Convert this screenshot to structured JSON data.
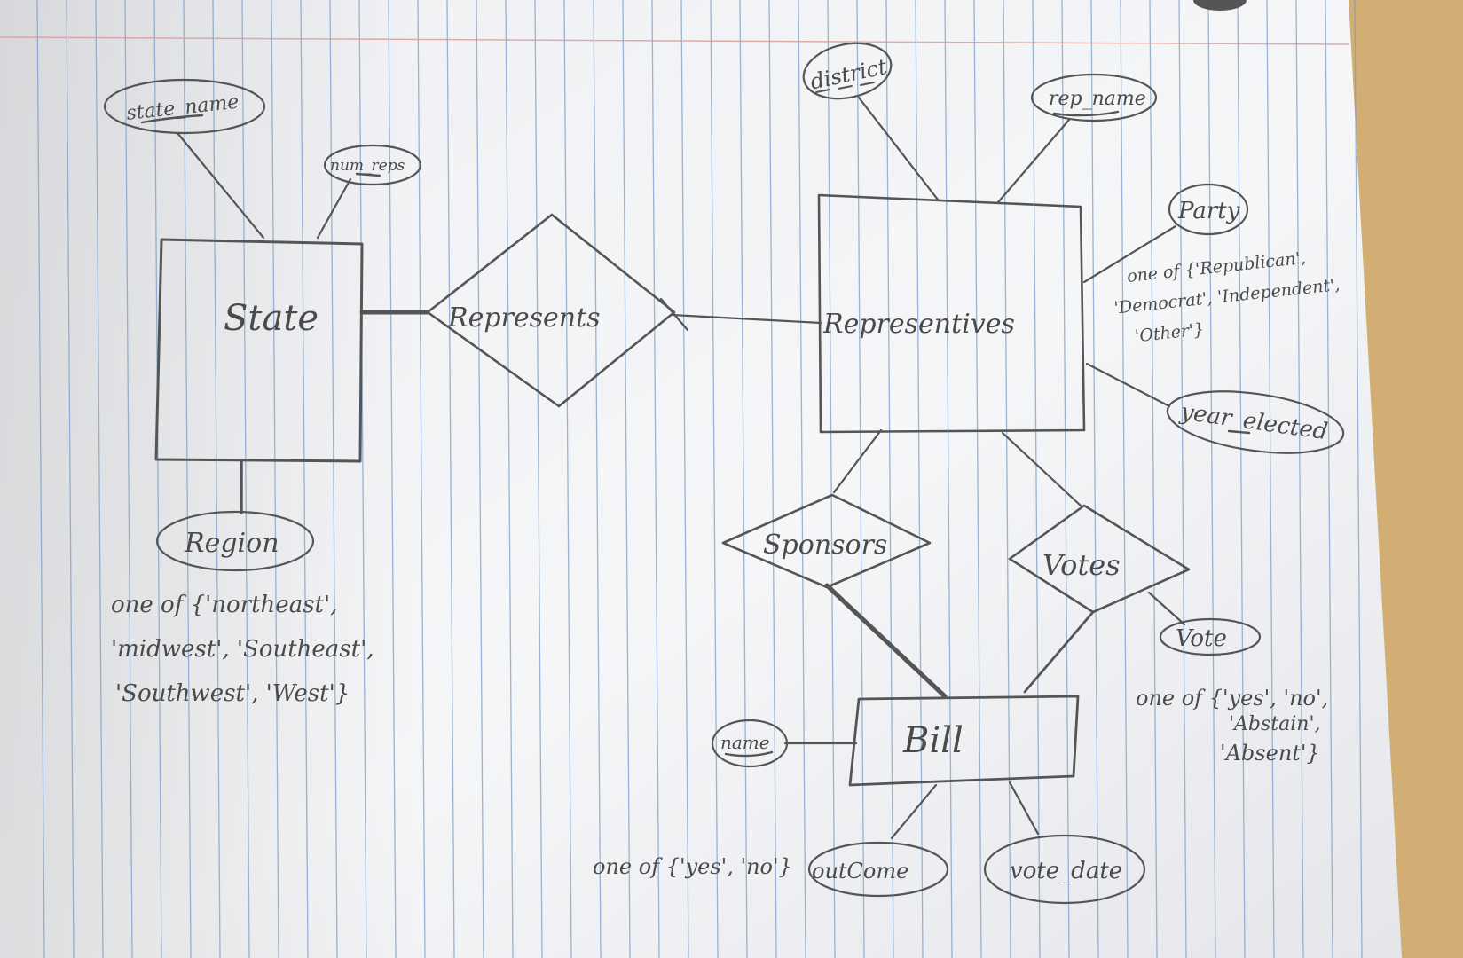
{
  "diagram": {
    "entities": {
      "state": "State",
      "representatives": "Representives",
      "bill": "Bill"
    },
    "relationships": {
      "represents": "Represents",
      "sponsors": "Sponsors",
      "votes": "Votes"
    },
    "attributes": {
      "state_name": "state_name",
      "num_reps": "num_reps",
      "region": "Region",
      "district": "district",
      "rep_name": "rep_name",
      "party": "Party",
      "year_elected": "year_elected",
      "vote": "Vote",
      "name": "name",
      "outcome": "outCome",
      "vote_date": "vote_date"
    },
    "notes": {
      "region": [
        "one of {'northeast',",
        "'midwest', 'Southeast',",
        "'Southwest', 'West'}"
      ],
      "party": [
        "one of {'Republican',",
        "'Democrat', 'Independent',",
        "'Other'}"
      ],
      "vote": [
        "one of {'yes', 'no',",
        "'Abstain',",
        "'Absent'}"
      ],
      "outcome": "one of {'yes', 'no'}"
    },
    "colors": {
      "paper": "#f4f5f7",
      "rule_blue": "#6f95c2",
      "margin_red": "#d9a0a0",
      "pencil": "#555555",
      "desk": "#c9a46c"
    }
  }
}
